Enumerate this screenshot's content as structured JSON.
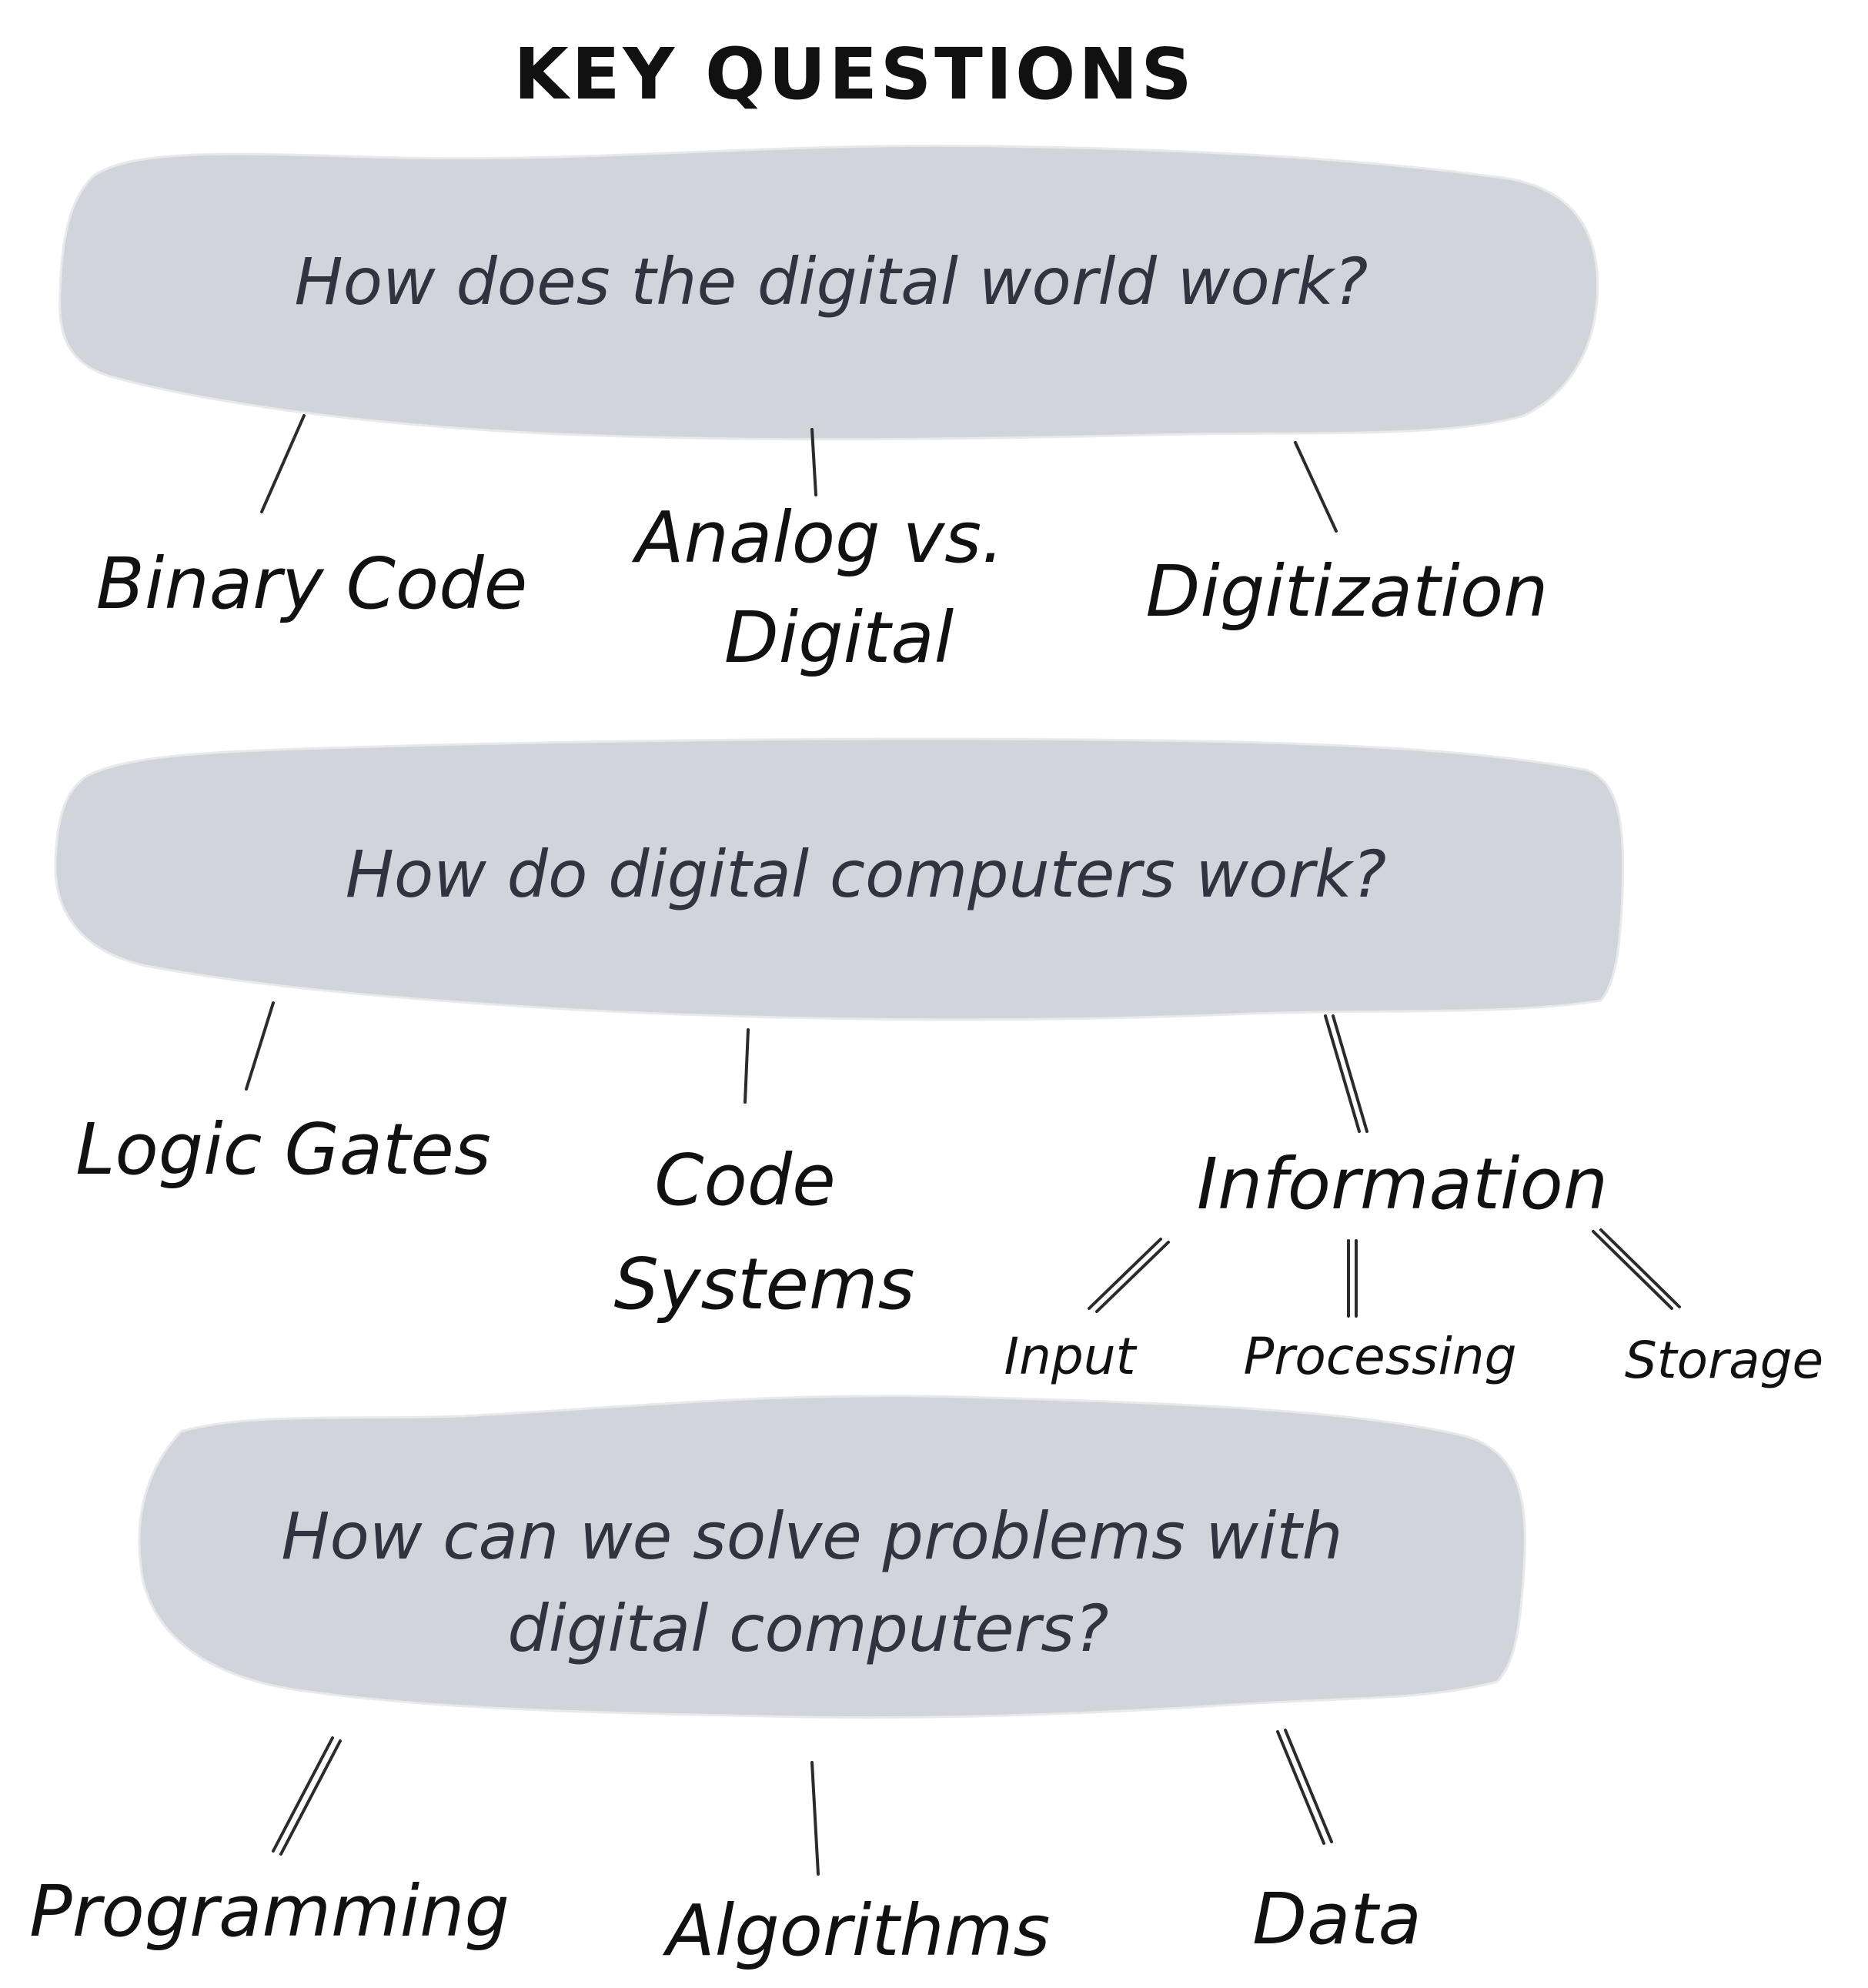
{
  "title": "KEY QUESTIONS",
  "colors": {
    "bubble_fill": "#d1d5db",
    "question_text": "#2f3440",
    "label_text": "#111111",
    "line": "#2b2b2b"
  },
  "questions": [
    {
      "text": "How does the digital world work?",
      "topics": [
        {
          "lines": [
            "Binary Code"
          ]
        },
        {
          "lines": [
            "Analog vs.",
            "Digital"
          ]
        },
        {
          "lines": [
            "Digitization"
          ]
        }
      ]
    },
    {
      "text": "How do digital computers work?",
      "topics": [
        {
          "lines": [
            "Logic Gates"
          ]
        },
        {
          "lines": [
            "Code",
            "Systems"
          ]
        },
        {
          "lines": [
            "Information"
          ],
          "subtopics": [
            "Input",
            "Processing",
            "Storage"
          ]
        }
      ]
    },
    {
      "lines": [
        "How can we solve problems with",
        "digital computers?"
      ],
      "topics": [
        {
          "lines": [
            "Programming"
          ]
        },
        {
          "lines": [
            "Algorithms"
          ]
        },
        {
          "lines": [
            "Data"
          ]
        }
      ]
    }
  ]
}
